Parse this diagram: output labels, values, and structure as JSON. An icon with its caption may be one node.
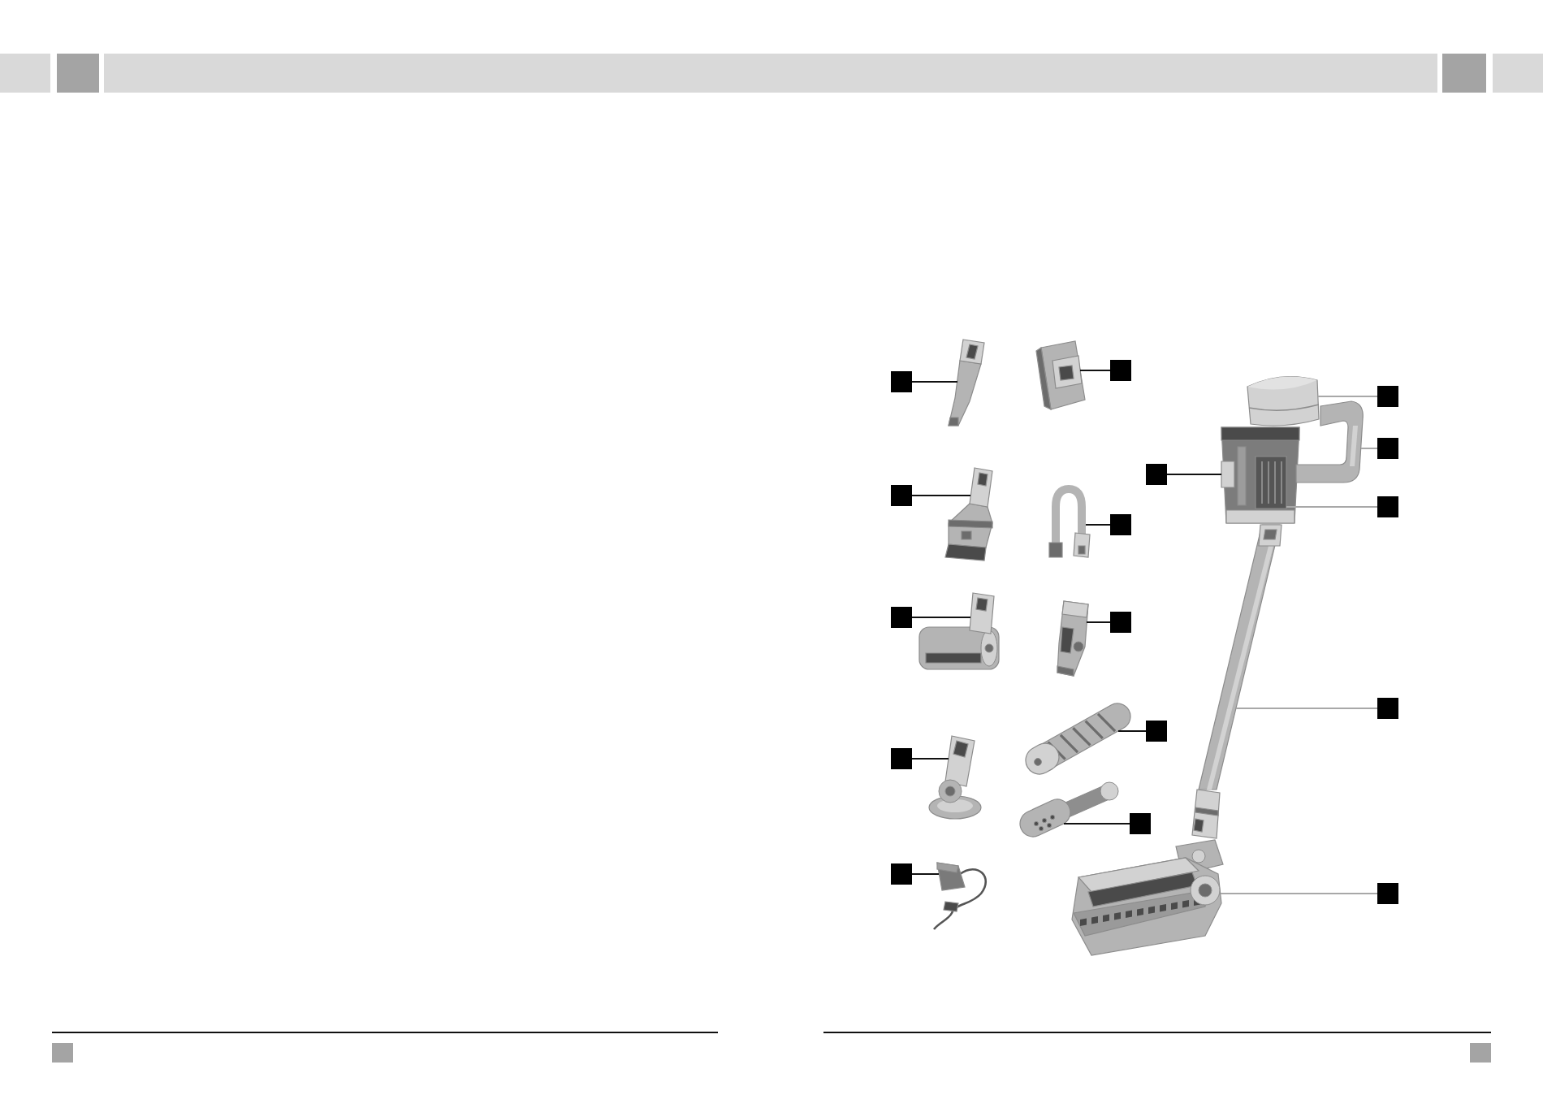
{
  "diagram": {
    "nodes": [
      {
        "text": [],
        "shape": "box"
      },
      {
        "text": [],
        "shape": "picture"
      },
      {
        "text": [],
        "shape": "box"
      },
      {
        "text": [],
        "shape": "picture"
      },
      {
        "text": [],
        "shape": "box"
      },
      {
        "text": [],
        "shape": "picture"
      },
      {
        "text": [],
        "shape": "box"
      },
      {
        "text": [],
        "shape": "picture"
      },
      {
        "text": [],
        "shape": "box"
      },
      {
        "text": [],
        "shape": "picture"
      },
      {
        "text": [],
        "shape": "box"
      },
      {
        "text": [],
        "shape": "picture"
      },
      {
        "text": [],
        "shape": "box"
      },
      {
        "text": [],
        "shape": "picture"
      },
      {
        "text": [],
        "shape": "box"
      },
      {
        "text": [],
        "shape": "picture"
      },
      {
        "text": [],
        "shape": "box"
      },
      {
        "text": [],
        "shape": "picture"
      },
      {
        "text": [],
        "shape": "box"
      },
      {
        "text": [],
        "shape": "picture"
      },
      {
        "text": [],
        "shape": "box"
      },
      {
        "text": [],
        "shape": "picture"
      },
      {
        "text": [],
        "shape": "box"
      },
      {
        "text": [],
        "shape": "picture"
      },
      {
        "text": [],
        "shape": "box"
      },
      {
        "text": [],
        "shape": "picture"
      },
      {
        "text": [],
        "shape": "box"
      },
      {
        "text": [],
        "shape": "picture",
        "in": 21
      },
      {
        "text": [],
        "shape": "box"
      },
      {
        "text": [],
        "shape": "picture"
      },
      {
        "text": [],
        "shape": "box"
      },
      {
        "text": [],
        "shape": "picture"
      }
    ],
    "edges": [
      {
        "from": 0,
        "to": 1,
        "arrow": "none"
      },
      {
        "from": 2,
        "to": 3,
        "arrow": "none"
      },
      {
        "from": 4,
        "to": 5,
        "arrow": "none"
      },
      {
        "from": 6,
        "to": 7,
        "arrow": "none"
      },
      {
        "from": 8,
        "to": 9,
        "arrow": "none"
      },
      {
        "from": 10,
        "to": 11,
        "arrow": "none"
      },
      {
        "from": 12,
        "to": 13,
        "arrow": "none"
      },
      {
        "from": 14,
        "to": 15,
        "arrow": "none"
      },
      {
        "from": 16,
        "to": 17,
        "arrow": "none"
      },
      {
        "from": 18,
        "to": 19,
        "arrow": "none"
      },
      {
        "from": 20,
        "to": 21,
        "arrow": "none"
      },
      {
        "from": 22,
        "to": 23,
        "arrow": "none",
        "color": "#a8a8a8"
      },
      {
        "from": 24,
        "to": 25,
        "arrow": "none",
        "color": "#a8a8a8"
      },
      {
        "from": 26,
        "to": 27,
        "arrow": "none",
        "color": "#a8a8a8"
      },
      {
        "from": 28,
        "to": 29,
        "arrow": "none",
        "color": "#a8a8a8"
      },
      {
        "from": 30,
        "to": 31,
        "arrow": "none",
        "color": "#a8a8a8"
      }
    ]
  }
}
